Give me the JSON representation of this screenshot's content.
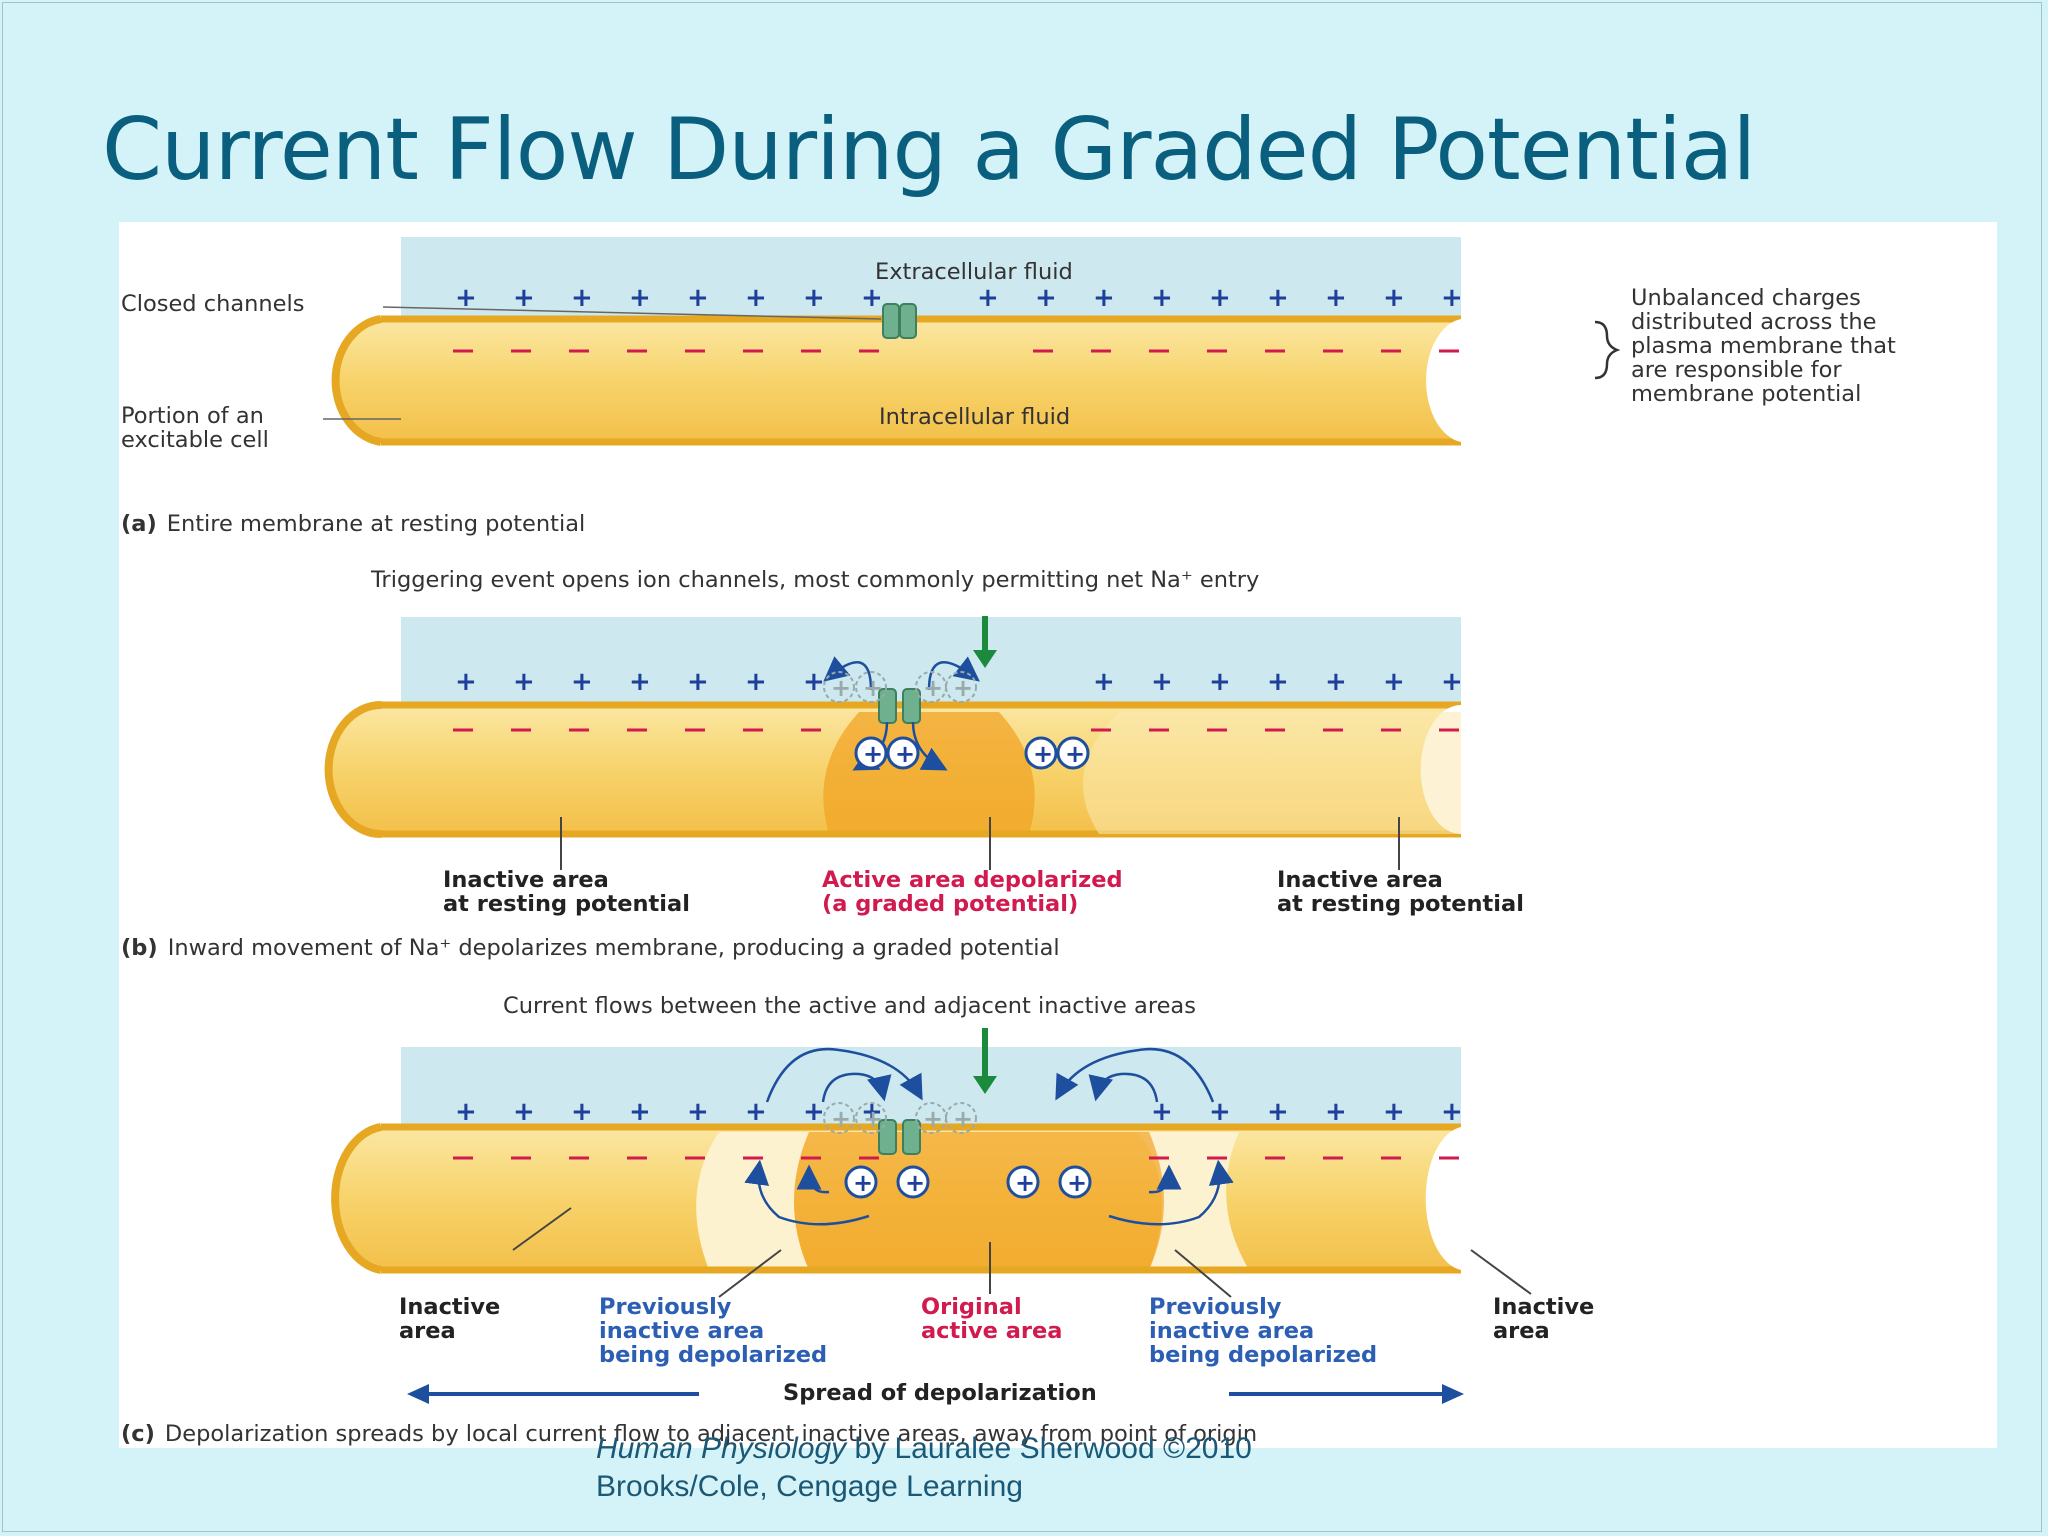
{
  "slide": {
    "title": "Current Flow During a Graded Potential"
  },
  "panel_a": {
    "extracellular": "Extracellular fluid",
    "intracellular": "Intracellular fluid",
    "closed_channels": "Closed channels",
    "portion_line1": "Portion of an",
    "portion_line2": "excitable cell",
    "unbalanced": [
      "Unbalanced charges",
      "distributed across the",
      "plasma membrane that",
      "are responsible for",
      "membrane potential"
    ],
    "tag": "(a)",
    "caption": "Entire membrane at resting potential"
  },
  "panel_b": {
    "trigger": "Triggering event opens ion channels, most commonly permitting net Na⁺ entry",
    "inactive_left_1": "Inactive area",
    "inactive_left_2": "at resting potential",
    "active_1": "Active area depolarized",
    "active_2": "(a graded potential)",
    "inactive_right_1": "Inactive area",
    "inactive_right_2": "at resting potential",
    "tag": "(b)",
    "caption": "Inward movement of Na⁺ depolarizes membrane, producing a graded potential"
  },
  "panel_c": {
    "current": "Current flows between the active and adjacent inactive areas",
    "inactive_left_1": "Inactive",
    "inactive_left_2": "area",
    "prev_left_1": "Previously",
    "prev_left_2": "inactive area",
    "prev_left_3": "being depolarized",
    "orig_1": "Original",
    "orig_2": "active area",
    "prev_right_1": "Previously",
    "prev_right_2": "inactive area",
    "prev_right_3": "being depolarized",
    "inactive_right_1": "Inactive",
    "inactive_right_2": "area",
    "spread": "Spread of depolarization",
    "tag": "(c)",
    "caption": "Depolarization spreads by local current flow to adjacent inactive areas, away from point of origin"
  },
  "credit": {
    "line1_italic": "Human Physiology",
    "line1_rest": " by Lauralee Sherwood ©2010",
    "line2": "Brooks/Cole, Cengage Learning"
  },
  "colors": {
    "title": "#0a5f7e",
    "membrane": "#f2b73a",
    "extracellular": "#cde8ee",
    "active_text": "#d11a4e",
    "previously_text": "#2c5fb3",
    "arrow_blue": "#1e4f9e",
    "arrow_green": "#1c8a3c"
  }
}
